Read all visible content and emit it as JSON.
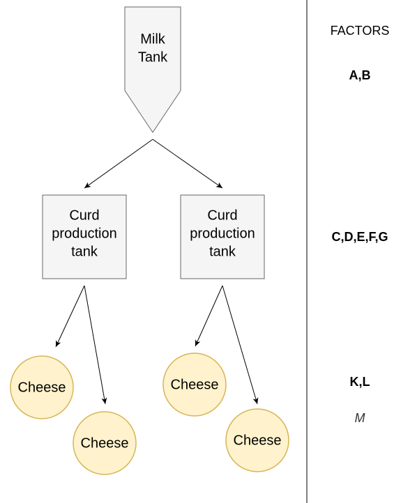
{
  "colors": {
    "tank_fill": "#f5f5f5",
    "tank_stroke": "#666666",
    "cheese_fill": "#fff2cc",
    "cheese_stroke": "#d6b656",
    "line": "#000000"
  },
  "milk_tank": {
    "line1": "Milk",
    "line2": "Tank"
  },
  "curd_tanks": [
    {
      "line1": "Curd",
      "line2": "production",
      "line3": "tank"
    },
    {
      "line1": "Curd",
      "line2": "production",
      "line3": "tank"
    }
  ],
  "cheeses": [
    {
      "label": "Cheese"
    },
    {
      "label": "Cheese"
    },
    {
      "label": "Cheese"
    },
    {
      "label": "Cheese"
    }
  ],
  "factors": {
    "header": "FACTORS",
    "milk": "A,B",
    "curd": "C,D,E,F,G",
    "cheese": "K,L",
    "extra": "M"
  }
}
